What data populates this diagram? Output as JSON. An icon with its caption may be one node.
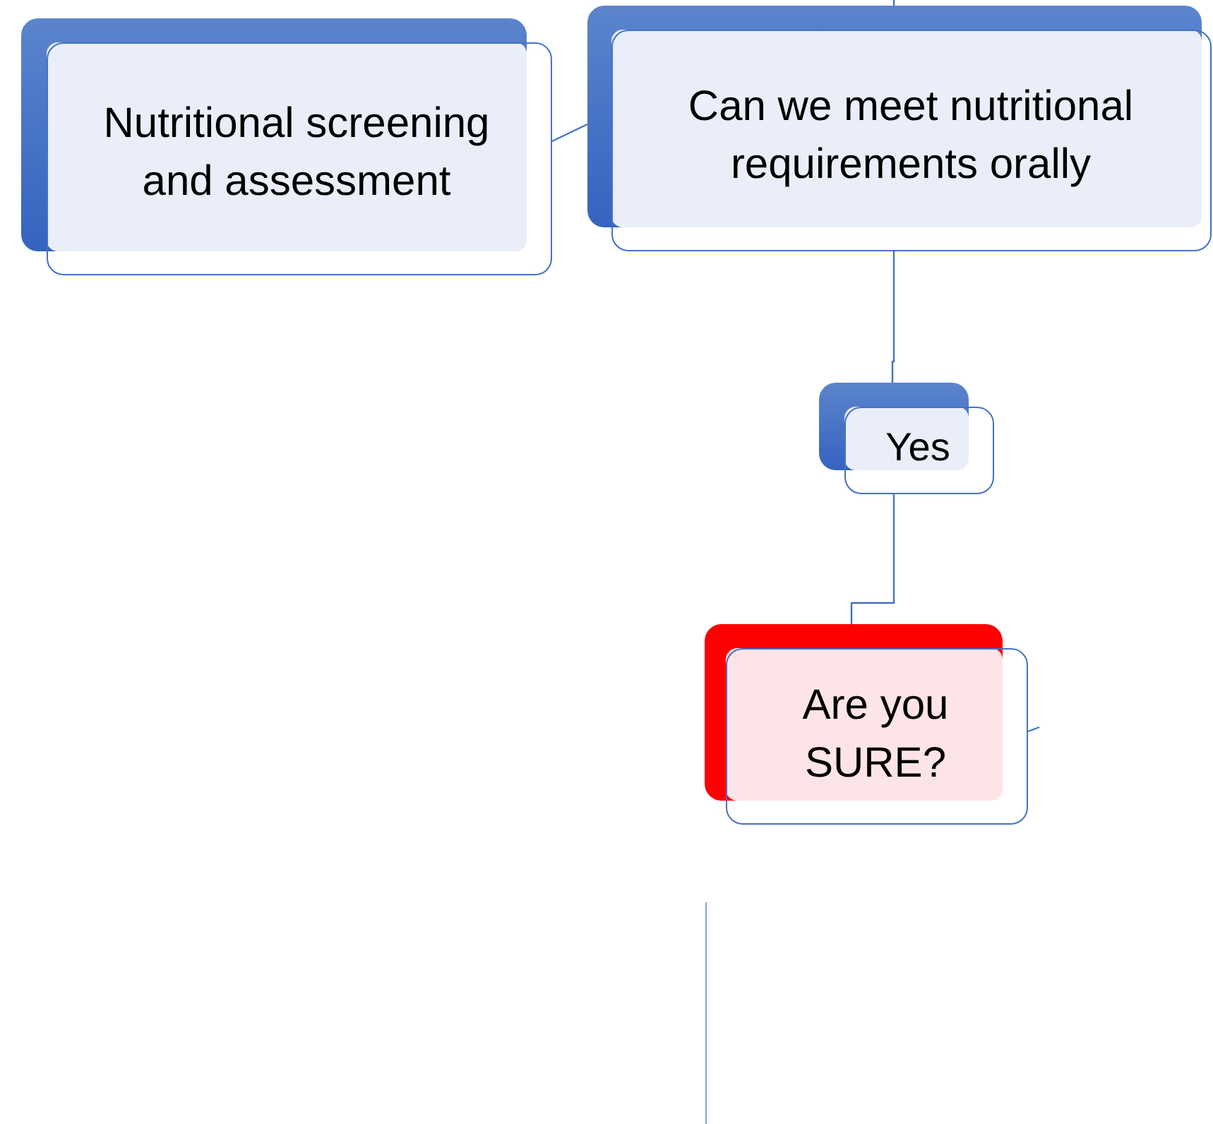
{
  "diagram": {
    "nodes": [
      {
        "text": [
          "Nutritional screening and assessment"
        ]
      },
      {
        "text": [
          "Can we meet nutritional requirements orally"
        ]
      },
      {
        "text": [
          "Yes"
        ]
      },
      {
        "text": [
          "Are you SURE?"
        ]
      }
    ],
    "edges": [
      {
        "from": 0,
        "to": 1,
        "arrow": "none"
      },
      {
        "from": 1,
        "to": 2,
        "arrow": "none"
      },
      {
        "from": 2,
        "to": 3,
        "arrow": "none"
      },
      {
        "from": null,
        "to": 1,
        "arrow": "none"
      },
      {
        "from": 3,
        "to": null,
        "arrow": "none"
      }
    ]
  }
}
